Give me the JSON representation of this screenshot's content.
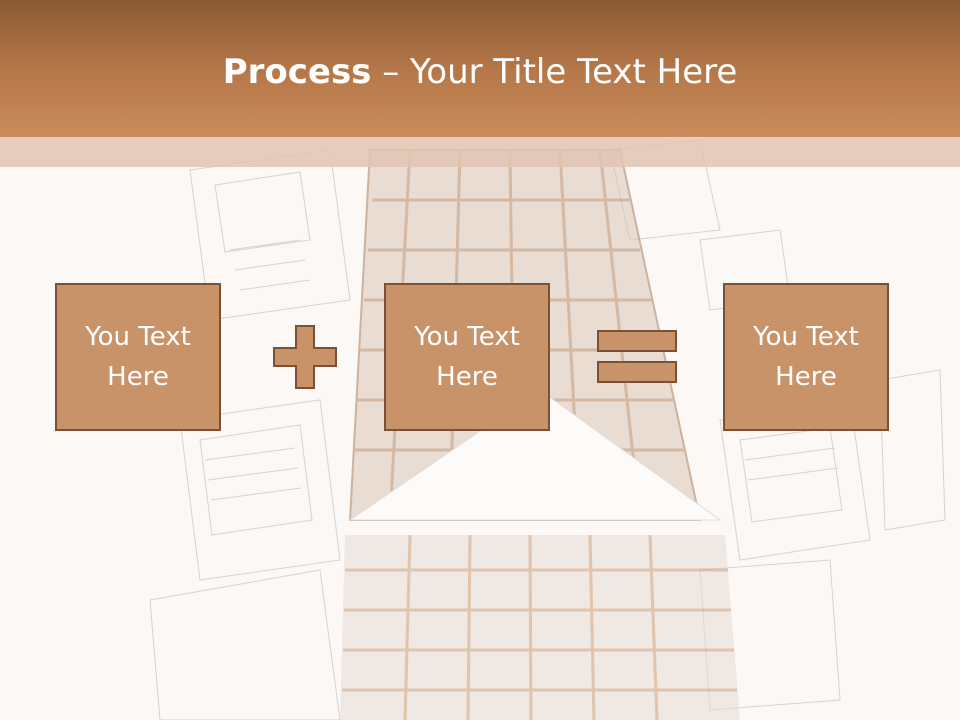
{
  "title": {
    "bold": "Process",
    "rest": " – Your Title Text Here"
  },
  "boxes": [
    {
      "label": "You Text\nHere"
    },
    {
      "label": "You Text\nHere"
    },
    {
      "label": "You Text\nHere"
    }
  ],
  "operators": {
    "first": "plus-icon",
    "second": "equals-icon"
  },
  "colors": {
    "header_top": "#8a5a33",
    "header_bottom": "#c98c5a",
    "box_fill": "#c9936a",
    "box_border": "#7a5134",
    "background": "#fbf8f6"
  }
}
